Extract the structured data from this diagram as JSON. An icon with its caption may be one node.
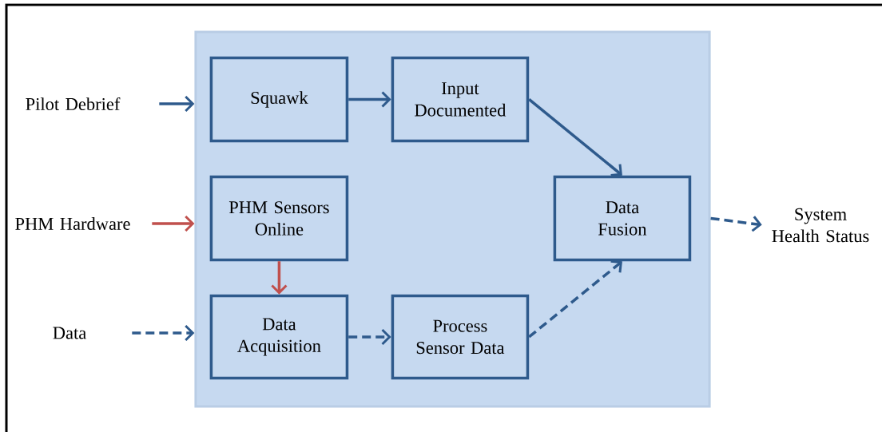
{
  "diagram": {
    "nodes": [
      {
        "text": [
          "Pilot Debrief"
        ]
      },
      {
        "text": [
          "PHM Hardware"
        ]
      },
      {
        "text": [
          "Data"
        ]
      },
      {
        "text": [],
        "shape": "box"
      },
      {
        "text": [
          "Squawk"
        ],
        "in": 3
      },
      {
        "text": [
          "Input Documented"
        ],
        "in": 3
      },
      {
        "text": [
          "PHM Sensors Online"
        ],
        "in": 3
      },
      {
        "text": [
          "Data Acquisition"
        ],
        "in": 3
      },
      {
        "text": [
          "Process Sensor Data"
        ],
        "in": 3
      },
      {
        "text": [
          "Data Fusion"
        ],
        "in": 3
      },
      {
        "text": [
          "System Health Status"
        ]
      }
    ],
    "edges": [
      {
        "from": 0,
        "to": 3,
        "arrow": "to"
      },
      {
        "from": 1,
        "to": 3,
        "arrow": "to",
        "color": "#c0504d"
      },
      {
        "from": 2,
        "to": 3,
        "arrow": "to",
        "style": "dashed"
      },
      {
        "from": 4,
        "to": 5,
        "arrow": "to"
      },
      {
        "from": 5,
        "to": 9,
        "arrow": "to"
      },
      {
        "from": 6,
        "to": 7,
        "arrow": "to",
        "color": "#c0504d"
      },
      {
        "from": 7,
        "to": 8,
        "arrow": "to",
        "style": "dashed"
      },
      {
        "from": 8,
        "to": 9,
        "arrow": "to",
        "style": "dashed"
      },
      {
        "from": 3,
        "to": 10,
        "arrow": "to",
        "style": "dashed"
      }
    ]
  }
}
